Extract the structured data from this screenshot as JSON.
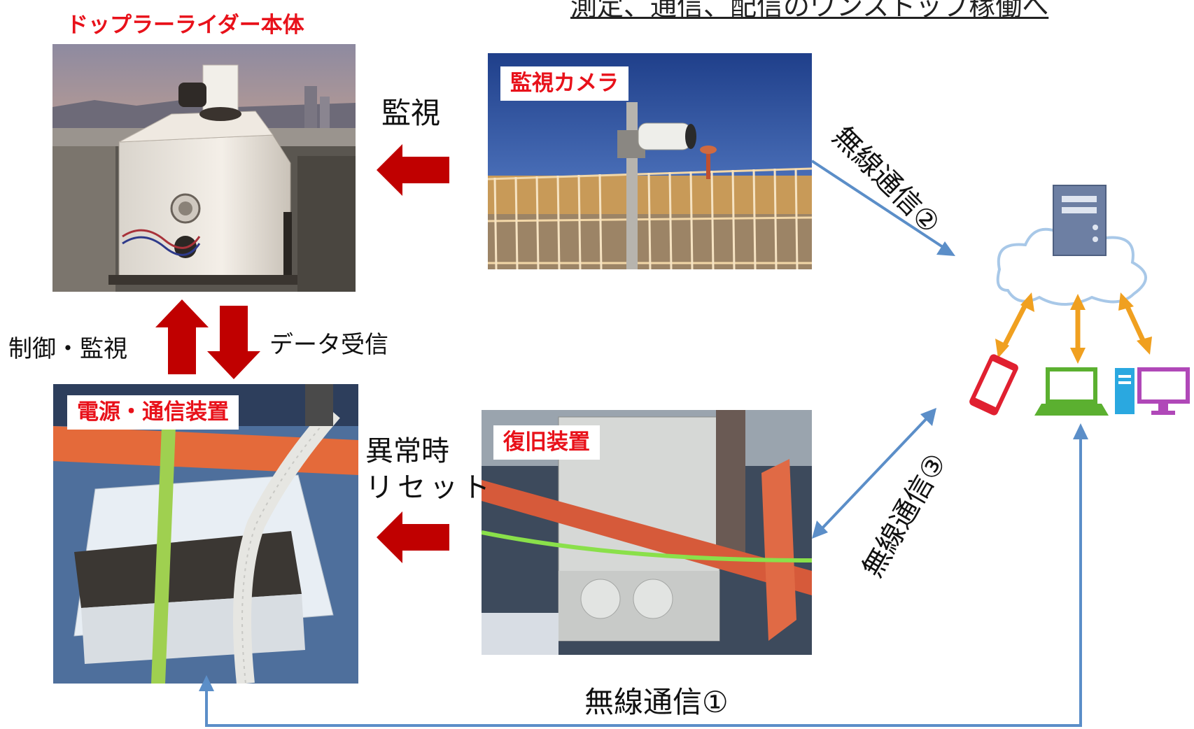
{
  "header": {
    "banner": "測定、通信、配信のワンストップ稼働へ"
  },
  "lidar": {
    "title": "ドップラーライダー本体"
  },
  "camera": {
    "label": "監視カメラ"
  },
  "power": {
    "label": "電源・通信装置"
  },
  "recovery": {
    "label": "復旧装置"
  },
  "arrows": {
    "monitor": "監視",
    "control_monitor": "制御・監視",
    "data_receive": "データ受信",
    "reset_line1": "異常時",
    "reset_line2": "リセット"
  },
  "wireless": {
    "w1": "無線通信①",
    "w2": "無線通信②",
    "w3": "無線通信③"
  },
  "colors": {
    "red_label": "#e8111a",
    "dark_red_arrow": "#c00000",
    "blue_line": "#5b8ec8",
    "orange_arrow": "#f0a020"
  }
}
